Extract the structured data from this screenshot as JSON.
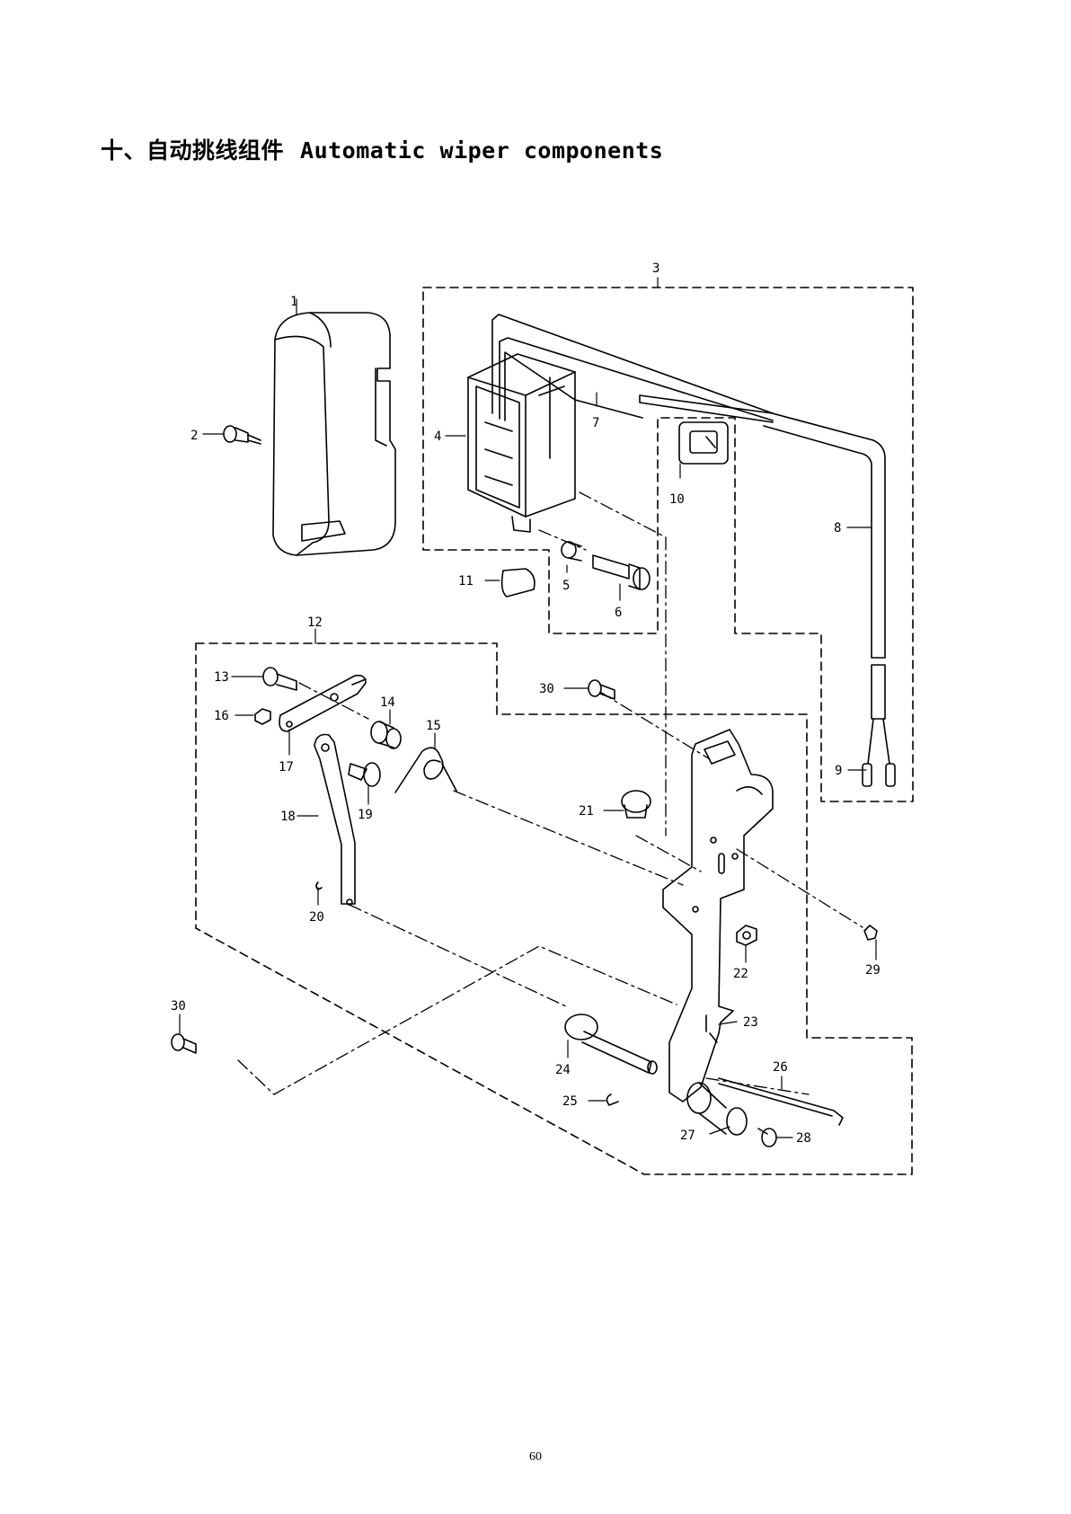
{
  "title": {
    "zh": "十、自动挑线组件",
    "en": "Automatic wiper components"
  },
  "callouts": [
    "1",
    "2",
    "3",
    "4",
    "5",
    "6",
    "7",
    "8",
    "9",
    "10",
    "11",
    "12",
    "13",
    "14",
    "15",
    "16",
    "17",
    "18",
    "19",
    "20",
    "21",
    "22",
    "23",
    "24",
    "25",
    "26",
    "27",
    "28",
    "29",
    "30",
    "30"
  ],
  "page_number": "60"
}
